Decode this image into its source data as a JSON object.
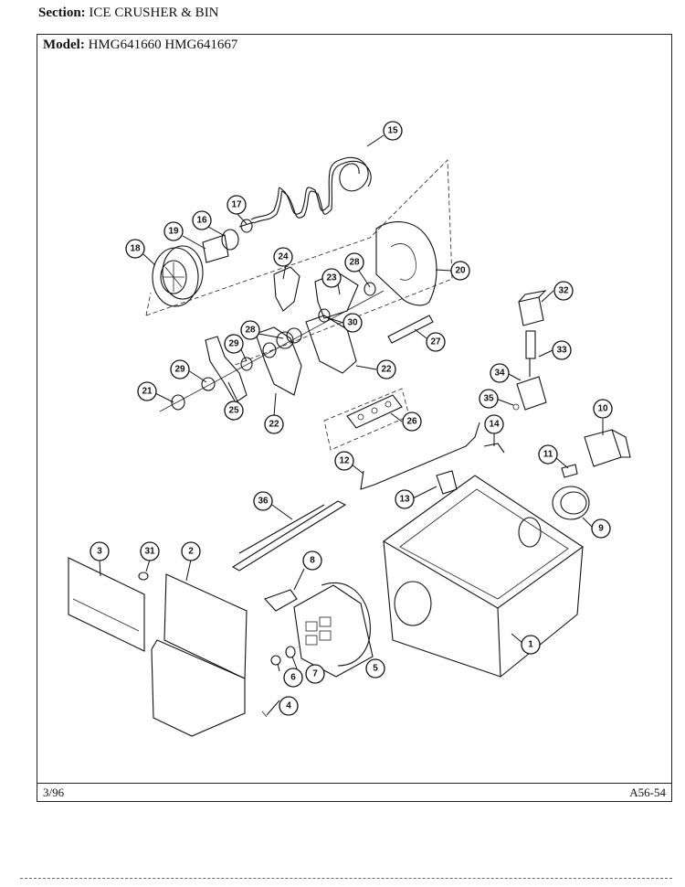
{
  "header": {
    "section_label": "Section:",
    "section_value": "ICE CRUSHER & BIN",
    "model_label": "Model:",
    "model_value": "HMG641660  HMG641667"
  },
  "footer": {
    "date_code": "3/96",
    "page_code": "A56-54"
  },
  "callouts": [
    {
      "id": "15",
      "label": "15"
    },
    {
      "id": "17",
      "label": "17"
    },
    {
      "id": "16",
      "label": "16"
    },
    {
      "id": "19",
      "label": "19"
    },
    {
      "id": "18",
      "label": "18"
    },
    {
      "id": "24",
      "label": "24"
    },
    {
      "id": "28a",
      "label": "28"
    },
    {
      "id": "20",
      "label": "20"
    },
    {
      "id": "23",
      "label": "23"
    },
    {
      "id": "28b",
      "label": "28"
    },
    {
      "id": "30",
      "label": "30"
    },
    {
      "id": "27",
      "label": "27"
    },
    {
      "id": "29a",
      "label": "29"
    },
    {
      "id": "29b",
      "label": "29"
    },
    {
      "id": "21",
      "label": "21"
    },
    {
      "id": "25",
      "label": "25"
    },
    {
      "id": "22a",
      "label": "22"
    },
    {
      "id": "22b",
      "label": "22"
    },
    {
      "id": "26",
      "label": "26"
    },
    {
      "id": "32",
      "label": "32"
    },
    {
      "id": "33",
      "label": "33"
    },
    {
      "id": "34",
      "label": "34"
    },
    {
      "id": "35",
      "label": "35"
    },
    {
      "id": "10",
      "label": "10"
    },
    {
      "id": "14",
      "label": "14"
    },
    {
      "id": "12",
      "label": "12"
    },
    {
      "id": "11",
      "label": "11"
    },
    {
      "id": "13",
      "label": "13"
    },
    {
      "id": "9",
      "label": "9"
    },
    {
      "id": "36",
      "label": "36"
    },
    {
      "id": "3",
      "label": "3"
    },
    {
      "id": "31",
      "label": "31"
    },
    {
      "id": "2",
      "label": "2"
    },
    {
      "id": "8",
      "label": "8"
    },
    {
      "id": "1",
      "label": "1"
    },
    {
      "id": "5",
      "label": "5"
    },
    {
      "id": "6",
      "label": "6"
    },
    {
      "id": "7",
      "label": "7"
    },
    {
      "id": "4",
      "label": "4"
    }
  ]
}
